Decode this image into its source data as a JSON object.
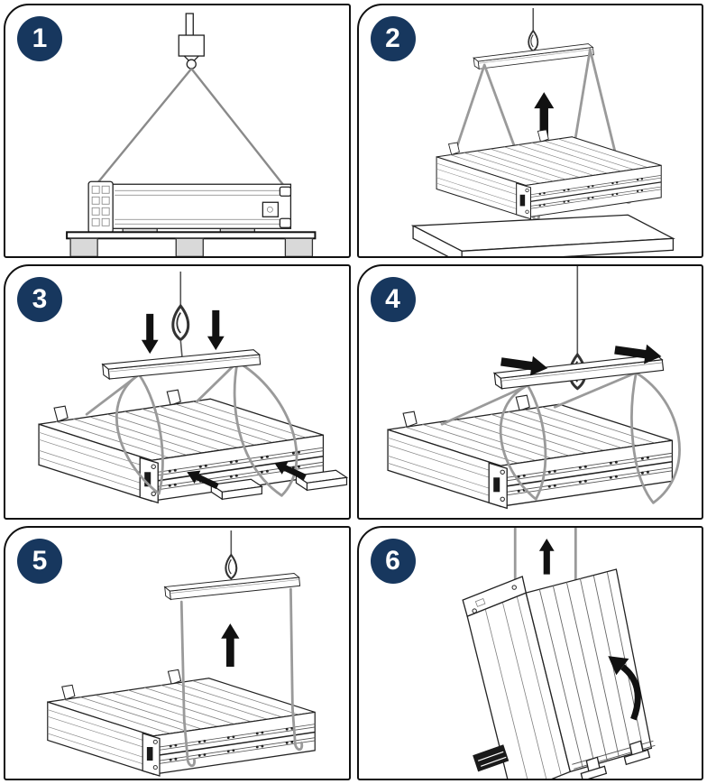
{
  "diagram": {
    "kind": "lifting-instruction-sequence",
    "panel_count": 6
  },
  "colors": {
    "badge_bg": "#17375E",
    "badge_text": "#FFFFFF",
    "panel_border": "#111111",
    "line_art": "#222222",
    "sling_gray": "#9A9A9A",
    "light_gray_fill": "#D9D9D9",
    "arrow_black": "#111111",
    "background": "#FFFFFF"
  },
  "steps": [
    {
      "number": "1",
      "illustration": "module-on-pallet-hoisted-by-crane-hook-with-two-slings",
      "arrows": []
    },
    {
      "number": "2",
      "illustration": "module-lifted-off-pallet-with-spreader-bar",
      "arrows": [
        "up"
      ]
    },
    {
      "number": "3",
      "illustration": "spreader-bar-lowered-and-support-blocks-inserted",
      "arrows": [
        "down",
        "down",
        "block-toward-module",
        "block-toward-module"
      ]
    },
    {
      "number": "4",
      "illustration": "spreader-bar-and-slings-shifted-into-position",
      "arrows": [
        "right",
        "right"
      ]
    },
    {
      "number": "5",
      "illustration": "module-raised-on-vertical-slings",
      "arrows": [
        "up"
      ]
    },
    {
      "number": "6",
      "illustration": "module-rotated-upright-while-lifting",
      "arrows": [
        "up",
        "rotate"
      ]
    }
  ]
}
